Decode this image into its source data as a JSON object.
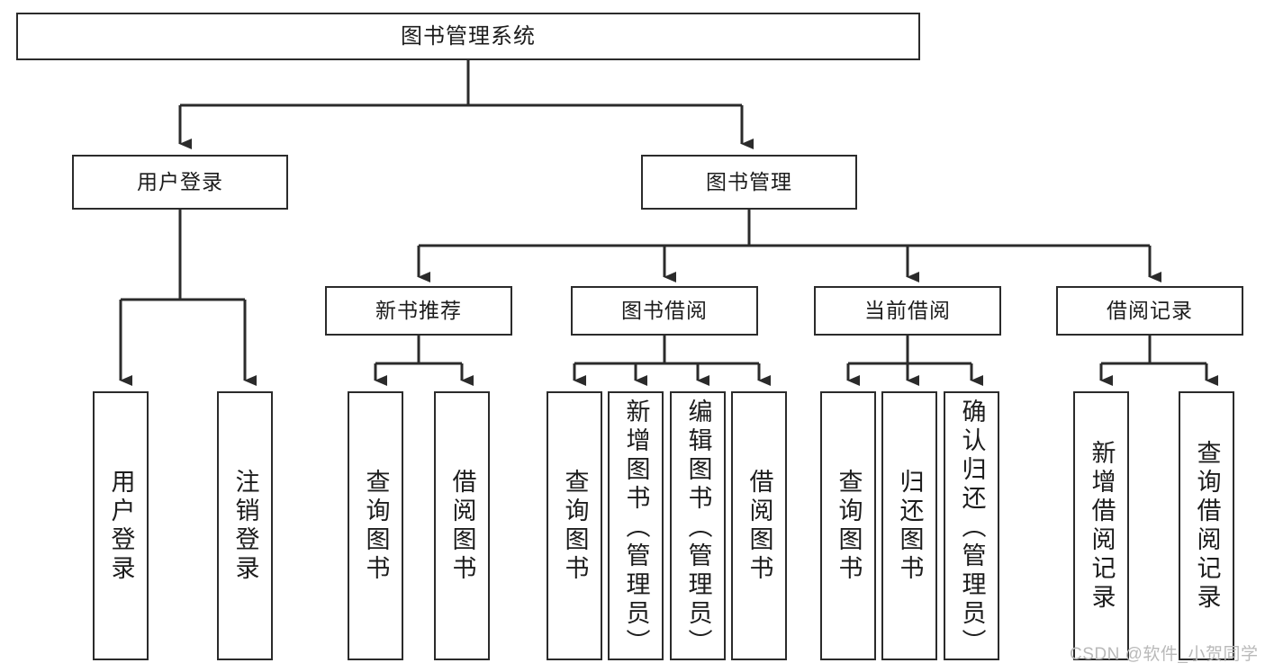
{
  "diagram": {
    "title": "图书管理系统",
    "type": "hierarchy-tree",
    "root": {
      "id": "root",
      "label": "图书管理系统"
    },
    "level2": [
      {
        "id": "user-login",
        "label": "用户登录"
      },
      {
        "id": "book-manage",
        "label": "图书管理"
      }
    ],
    "level3": [
      {
        "id": "new-book-rec",
        "label": "新书推荐"
      },
      {
        "id": "book-borrow",
        "label": "图书借阅"
      },
      {
        "id": "current-borrow",
        "label": "当前借阅"
      },
      {
        "id": "borrow-record",
        "label": "借阅记录"
      }
    ],
    "leaves": {
      "user_login": [
        {
          "id": "leaf-user-login",
          "label": "用户登录"
        },
        {
          "id": "leaf-logout",
          "label": "注销登录"
        }
      ],
      "new_book_rec": [
        {
          "id": "leaf-query-book-1",
          "label": "查询图书"
        },
        {
          "id": "leaf-borrow-book-1",
          "label": "借阅图书"
        }
      ],
      "book_borrow": [
        {
          "id": "leaf-query-book-2",
          "label": "查询图书"
        },
        {
          "id": "leaf-add-book",
          "label": "新增图书（管理员）"
        },
        {
          "id": "leaf-edit-book",
          "label": "编辑图书（管理员）"
        },
        {
          "id": "leaf-borrow-book-2",
          "label": "借阅图书"
        }
      ],
      "current_borrow": [
        {
          "id": "leaf-query-book-3",
          "label": "查询图书"
        },
        {
          "id": "leaf-return-book",
          "label": "归还图书"
        },
        {
          "id": "leaf-confirm-return",
          "label": "确认归还（管理员）"
        }
      ],
      "borrow_record": [
        {
          "id": "leaf-add-record",
          "label": "新增借阅记录"
        },
        {
          "id": "leaf-query-record",
          "label": "查询借阅记录"
        }
      ]
    }
  },
  "watermark": {
    "text": "CSDN @软件_小贺同学"
  },
  "colors": {
    "line": "#2b2b2b",
    "box_border": "#2b2b2b",
    "box_fill": "#ffffff",
    "text": "#1c1c1c",
    "background": "#ffffff",
    "watermark": "#b9b9b9"
  }
}
